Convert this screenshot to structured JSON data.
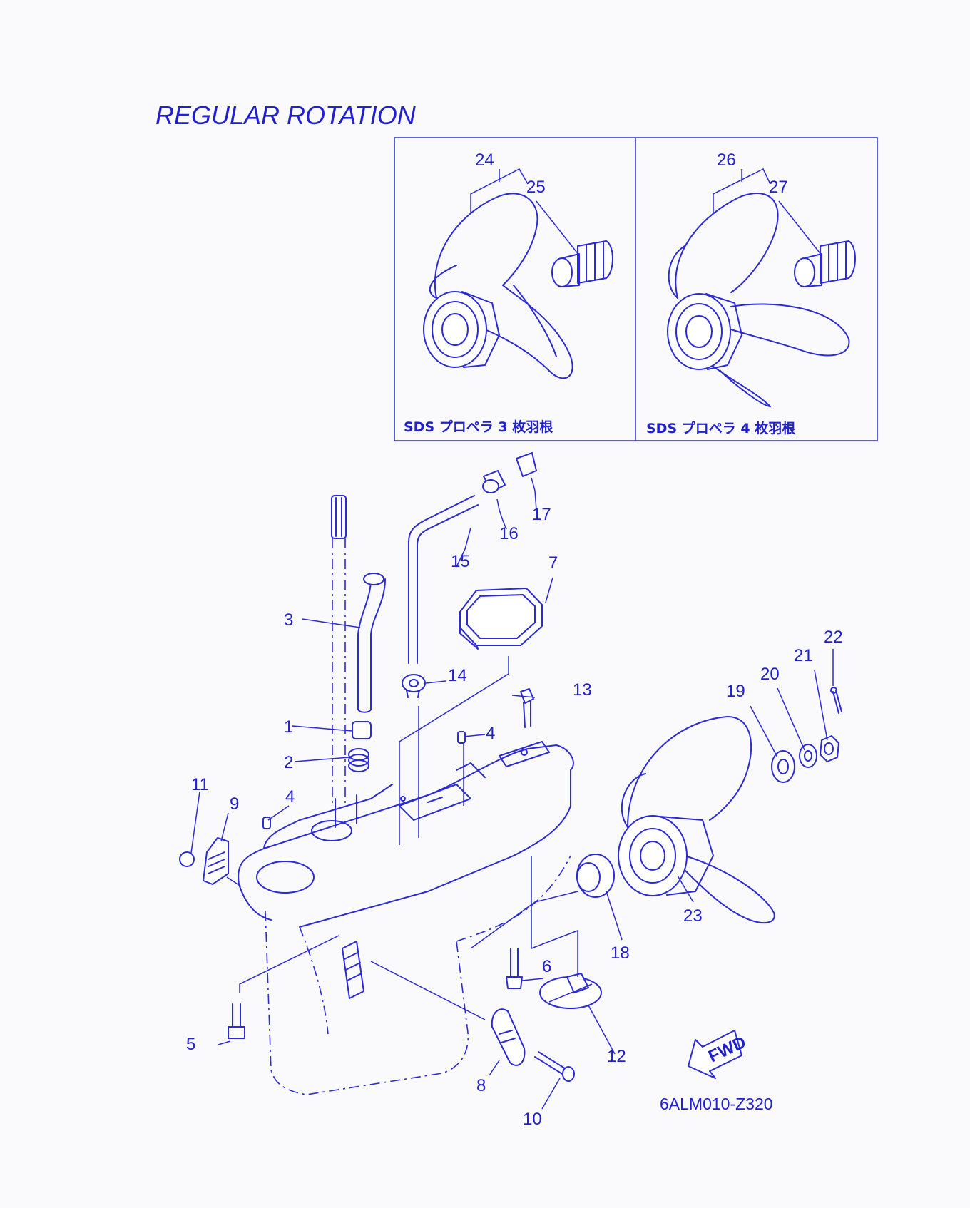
{
  "title": "REGULAR ROTATION",
  "inset_captions": [
    "SDS プロペラ 3 枚羽根",
    "SDS プロペラ 4 枚羽根"
  ],
  "drawing_code": "6ALM010-Z320",
  "fwd_label": "FWD",
  "part_labels": [
    "1",
    "2",
    "3",
    "4",
    "4",
    "5",
    "6",
    "7",
    "8",
    "9",
    "10",
    "11",
    "12",
    "13",
    "14",
    "15",
    "16",
    "17",
    "18",
    "19",
    "20",
    "21",
    "22",
    "23",
    "24",
    "25",
    "26",
    "27"
  ],
  "colors": {
    "line": "#2a2ad8",
    "text": "#2020d0",
    "background": "#fafafc"
  }
}
